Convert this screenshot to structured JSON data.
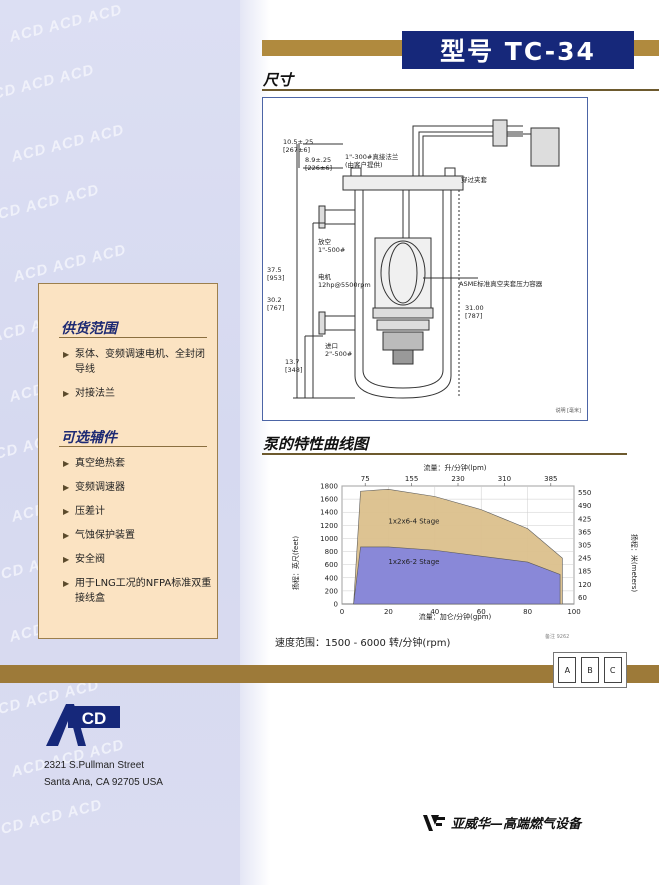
{
  "header": {
    "title": "型号 TC-34"
  },
  "sections": {
    "dimensions": "尺寸",
    "curve": "泵的特性曲线图"
  },
  "diagram": {
    "dim_10_5": "10.5±.25",
    "dim_10_5_mm": "[267±6]",
    "dim_8_9": "8.9±.25",
    "dim_8_9_mm": "[226±6]",
    "flange_1": "1\"-300#真接法兰",
    "flange_2": "(由客户提供)",
    "clamp": "穿过夹套",
    "vent_1": "放空",
    "vent_2": "1\"-500#",
    "motor_1": "电机",
    "motor_2": "12hp@5500rpm",
    "vessel": "ASME标准真空夹套压力容器",
    "h_37_5": "37.5",
    "h_37_5_mm": "[953]",
    "h_30_2": "30.2",
    "h_30_2_mm": "[767]",
    "h_31_0": "31.00",
    "h_31_0_mm": "[787]",
    "inlet_1": "进口",
    "inlet_2": "2\"-500#",
    "h_13_7": "13.7",
    "h_13_7_mm": "[348]",
    "note": "说明 [毫米]"
  },
  "scope": {
    "title": "供货范围",
    "items": [
      "泵体、变频调速电机、全封闭导线",
      "对接法兰"
    ]
  },
  "options": {
    "title": "可选辅件",
    "items": [
      "真空绝热套",
      "变频调速器",
      "压差计",
      "气蚀保护装置",
      "安全阀",
      "用于LNG工况的NFPA标准双重接线盒"
    ]
  },
  "chart_data": {
    "type": "area",
    "top_axis_label": "流量：升/分钟(lpm)",
    "top_ticks": [
      "75",
      "155",
      "230",
      "310",
      "385"
    ],
    "xlabel": "流量：加仑/分钟(gpm)",
    "ylabel": "扬程：英尺(feet)",
    "y2label": "扬程：米(meters)",
    "x_ticks": [
      "0",
      "20",
      "40",
      "60",
      "80",
      "100"
    ],
    "y_ticks": [
      "0",
      "200",
      "400",
      "600",
      "800",
      "1000",
      "1200",
      "1400",
      "1600",
      "1800"
    ],
    "y2_ticks": [
      "60",
      "120",
      "185",
      "245",
      "305",
      "365",
      "425",
      "490",
      "550"
    ],
    "xlim": [
      0,
      100
    ],
    "ylim": [
      0,
      1800
    ],
    "series": [
      {
        "name": "1x2x6-4 Stage",
        "x": [
          5,
          8,
          20,
          40,
          60,
          80,
          95
        ],
        "y": [
          0,
          1720,
          1750,
          1640,
          1440,
          1150,
          700
        ],
        "color": "#dcc08d"
      },
      {
        "name": "1x2x6-2 Stage",
        "x": [
          5,
          8,
          20,
          40,
          60,
          80,
          94
        ],
        "y": [
          0,
          870,
          870,
          820,
          730,
          640,
          450
        ],
        "color": "#8585dc"
      }
    ],
    "rpm_label": "速度范围：1500 - 6000 转/分钟(rpm)",
    "note": "备注 9262"
  },
  "certs": [
    "A",
    "B",
    "C"
  ],
  "company": {
    "logo_text": "CD",
    "address_line1": "2321 S.Pullman Street",
    "address_line2": "Santa Ana, CA 92705 USA",
    "brand": "亚威华—高端燃气设备",
    "brand_icon": "vf-logo-icon"
  },
  "colors": {
    "navy": "#16287a",
    "gold": "#b08a3e",
    "lavender": "#dcdff3",
    "cream": "#fbe3c2"
  }
}
